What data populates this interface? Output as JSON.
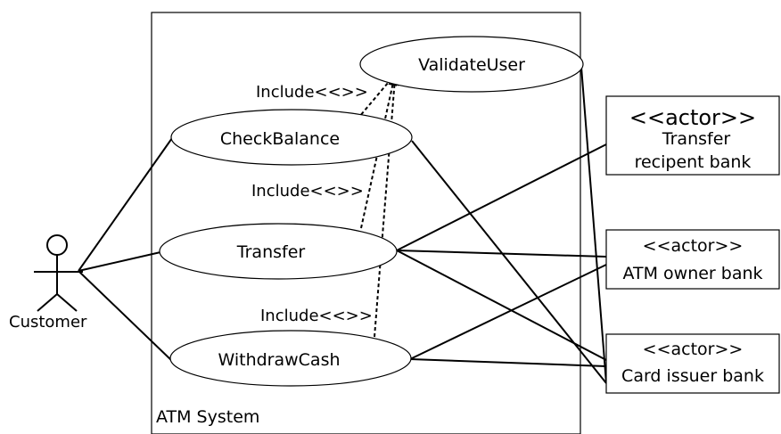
{
  "system": {
    "label": "ATM System"
  },
  "actors": {
    "customer": "Customer",
    "transfer_bank": {
      "stereotype": "<<actor>>",
      "name_line1": "Transfer",
      "name_line2": "recipent bank"
    },
    "atm_owner": {
      "stereotype": "<<actor>>",
      "name": "ATM owner bank"
    },
    "card_issuer": {
      "stereotype": "<<actor>>",
      "name": "Card issuer bank"
    }
  },
  "use_cases": {
    "validate_user": "ValidateUser",
    "check_balance": "CheckBalance",
    "transfer": "Transfer",
    "withdraw_cash": "WithdrawCash"
  },
  "relations": {
    "include_label": "Include<<>>",
    "include_label_lower": "Include<<>>",
    "include_label_bottom": "Include<<>>"
  }
}
